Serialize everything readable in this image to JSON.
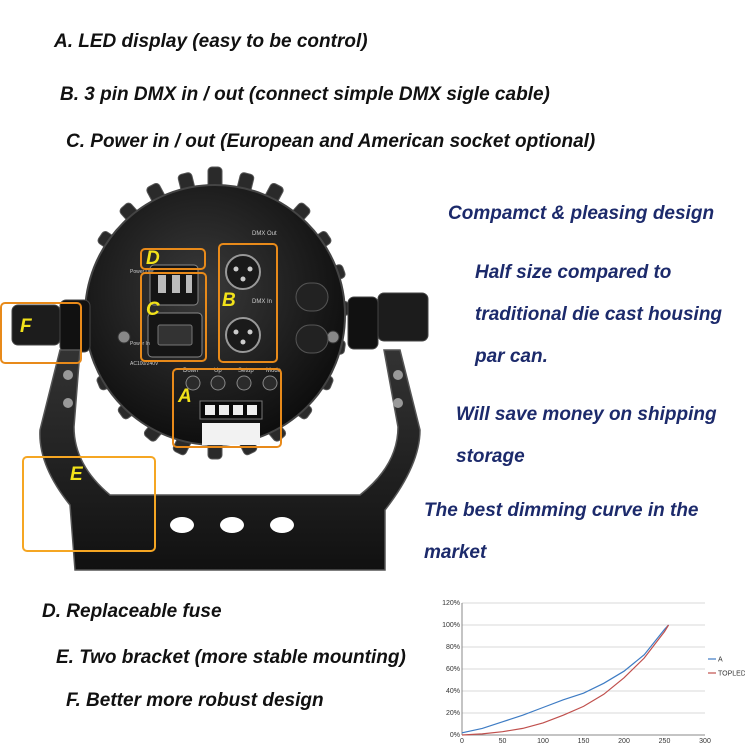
{
  "features": {
    "a": "A. LED display (easy to be control)",
    "b": "B. 3 pin DMX in / out (connect simple DMX sigle cable)",
    "c": "C. Power in / out (European and American socket optional)",
    "d": "D. Replaceable fuse",
    "e": "E. Two bracket (more stable mounting)",
    "f": "F. Better more robust design"
  },
  "claims": {
    "compact": "Compamct & pleasing design",
    "half1": "Half size compared to",
    "half2": "traditional die cast housing",
    "half3": "par can.",
    "save1": "Will save money on shipping",
    "save2": "storage",
    "dim1": "The best dimming curve in the",
    "dim2": "market"
  },
  "photo_labels": {
    "a": "A",
    "b": "B",
    "c": "C",
    "d": "D",
    "e": "E",
    "f": "F"
  },
  "device_text": {
    "dmx_out": "DMX Out",
    "dmx_in": "DMX In",
    "power_in": "Power In",
    "power_out": "Power Out",
    "voltage": "AC100/240V",
    "btn_down": "Down",
    "btn_up": "Up",
    "btn_setup": "Setup",
    "btn_mode": "Mode"
  },
  "colors": {
    "highlight": "#e88a1a",
    "label": "#f2e21a",
    "claim": "#1c2a6b",
    "series_a": "#3e7cc4",
    "series_topled": "#c0504d"
  },
  "chart_data": {
    "type": "line",
    "xlim": [
      0,
      300
    ],
    "ylim": [
      0,
      120
    ],
    "x_ticks": [
      0,
      50,
      100,
      150,
      200,
      250,
      300
    ],
    "y_ticks": [
      0,
      20,
      40,
      60,
      80,
      100,
      120
    ],
    "y_tick_labels": [
      "0%",
      "20%",
      "40%",
      "60%",
      "80%",
      "100%",
      "120%"
    ],
    "grid": true,
    "legend": "right",
    "series": [
      {
        "name": "A",
        "color": "#3e7cc4",
        "x": [
          0,
          25,
          50,
          75,
          100,
          125,
          150,
          175,
          200,
          225,
          250,
          255
        ],
        "y": [
          2,
          6,
          12,
          18,
          25,
          32,
          38,
          47,
          58,
          73,
          96,
          100
        ]
      },
      {
        "name": "TOPLED",
        "color": "#c0504d",
        "x": [
          0,
          25,
          50,
          75,
          100,
          125,
          150,
          175,
          200,
          225,
          250,
          255
        ],
        "y": [
          0,
          1,
          3,
          6,
          11,
          18,
          26,
          37,
          52,
          70,
          94,
          100
        ]
      }
    ]
  }
}
